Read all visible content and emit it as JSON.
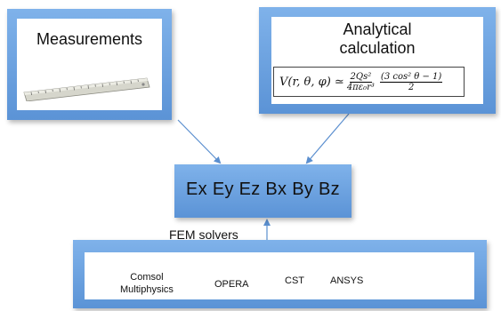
{
  "measurements": {
    "title": "Measurements",
    "image": "ruler"
  },
  "analytical": {
    "title_line1": "Analytical",
    "title_line2": "calculation",
    "formula": {
      "lhs": "V(r, θ, φ) ≃",
      "frac1_num": "2Qs²",
      "frac1_den": "4πε₀r³",
      "frac2_num": "(3 cos² θ − 1)",
      "frac2_den": "2"
    }
  },
  "fields": {
    "label": "Ex Ey Ez Bx By Bz"
  },
  "fem": {
    "label": "FEM solvers",
    "solvers": [
      {
        "line1": "Comsol",
        "line2": "Multiphysics"
      },
      {
        "line1": "OPERA",
        "line2": ""
      },
      {
        "line1": "CST",
        "line2": ""
      },
      {
        "line1": "ANSYS",
        "line2": ""
      }
    ]
  },
  "colors": {
    "box_fill": "#6ea3e2",
    "arrow": "#5b8fcf"
  }
}
